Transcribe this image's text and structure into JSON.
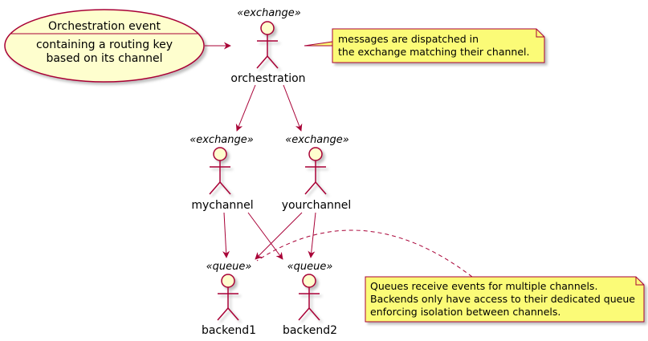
{
  "colors": {
    "actor_fill": "#FEFECE",
    "stroke": "#A80036",
    "note_fill": "#FBFB77",
    "ellipse_fill": "#FEFECE"
  },
  "usecase": {
    "title": "Orchestration event",
    "line1": "containing a routing key",
    "line2": "based on its channel"
  },
  "actors": {
    "orchestration": {
      "stereotype": "«exchange»",
      "label": "orchestration"
    },
    "mychannel": {
      "stereotype": "«exchange»",
      "label": "mychannel"
    },
    "yourchannel": {
      "stereotype": "«exchange»",
      "label": "yourchannel"
    },
    "backend1": {
      "stereotype": "«queue»",
      "label": "backend1"
    },
    "backend2": {
      "stereotype": "«queue»",
      "label": "backend2"
    }
  },
  "notes": {
    "top": {
      "line1": "messages are dispatched in",
      "line2": "the exchange matching their channel."
    },
    "bottom": {
      "line1": "Queues receive events for multiple channels.",
      "line2": "Backends only have access to their dedicated queue",
      "line3": "enforcing isolation between channels."
    }
  }
}
